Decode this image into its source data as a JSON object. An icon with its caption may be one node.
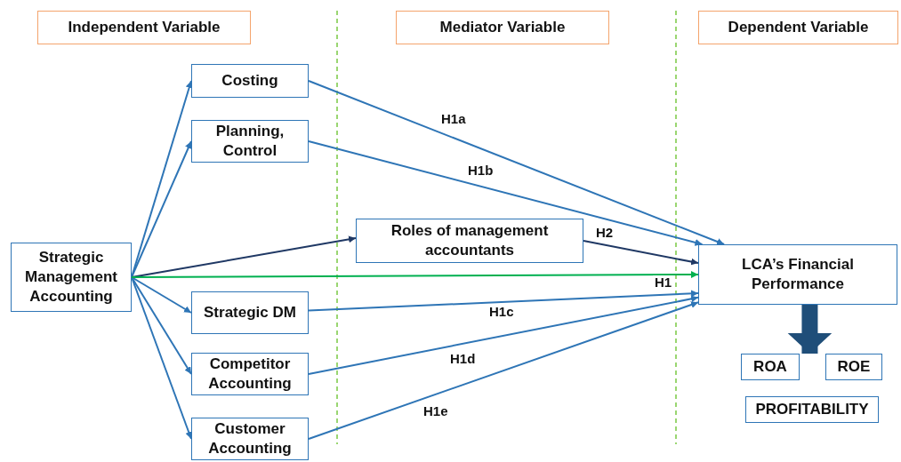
{
  "diagram": {
    "nodes": [
      {
        "text": [
          "Independent Variable"
        ]
      },
      {
        "text": [
          "Mediator Variable"
        ]
      },
      {
        "text": [
          "Dependent Variable"
        ]
      },
      {
        "text": [
          "Costing"
        ]
      },
      {
        "text": [
          "Planning, Control"
        ]
      },
      {
        "text": [
          "Strategic Management Accounting"
        ]
      },
      {
        "text": [
          "Roles of management accountants"
        ]
      },
      {
        "text": [
          "LCA’s Financial Performance"
        ]
      },
      {
        "text": [
          "Strategic DM"
        ]
      },
      {
        "text": [
          "Competitor Accounting"
        ]
      },
      {
        "text": [
          "Customer Accounting"
        ]
      },
      {
        "text": [
          "ROA"
        ]
      },
      {
        "text": [
          "ROE"
        ]
      },
      {
        "text": [
          "PROFITABILITY"
        ]
      }
    ],
    "edges": [
      {
        "from": 5,
        "to": 3,
        "arrow": "to"
      },
      {
        "from": 5,
        "to": 4,
        "arrow": "to"
      },
      {
        "from": 5,
        "to": 6,
        "arrow": "to",
        "color": "#1f3864"
      },
      {
        "from": 5,
        "to": 8,
        "arrow": "to"
      },
      {
        "from": 5,
        "to": 9,
        "arrow": "to"
      },
      {
        "from": 5,
        "to": 10,
        "arrow": "to"
      },
      {
        "from": 5,
        "to": 7,
        "arrow": "to",
        "label": "H1",
        "color": "#00b050"
      },
      {
        "from": 3,
        "to": 7,
        "arrow": "to",
        "label": "H1a"
      },
      {
        "from": 4,
        "to": 7,
        "arrow": "to",
        "label": "H1b"
      },
      {
        "from": 6,
        "to": 7,
        "arrow": "to",
        "label": "H2",
        "color": "#1f3864"
      },
      {
        "from": 8,
        "to": 7,
        "arrow": "to",
        "label": "H1c"
      },
      {
        "from": 9,
        "to": 7,
        "arrow": "to",
        "label": "H1d"
      },
      {
        "from": 10,
        "to": 7,
        "arrow": "to",
        "label": "H1e"
      },
      {
        "from": 7,
        "to": 11,
        "arrow": "to",
        "style": "thick",
        "color": "#1f4e79"
      },
      {
        "from": 7,
        "to": 12,
        "arrow": "to",
        "style": "thick",
        "color": "#1f4e79"
      }
    ]
  }
}
